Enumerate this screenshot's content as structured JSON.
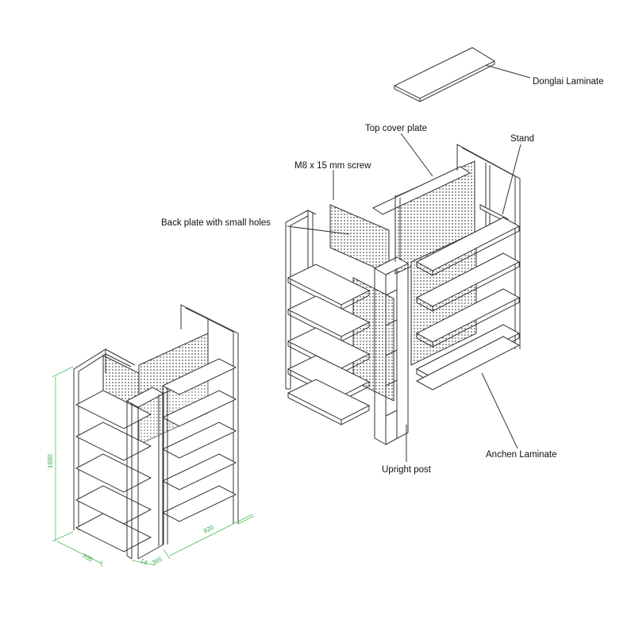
{
  "labels": {
    "donglai_laminate": "Donglai Laminate",
    "top_cover_plate": "Top cover plate",
    "stand": "Stand",
    "screw": "M8 x 15 mm screw",
    "back_plate": "Back plate with small holes",
    "upright_post": "Upright post",
    "anchen_laminate": "Anchen Laminate"
  },
  "dimensions": {
    "height": "1680",
    "depth": "705",
    "small_depth": "14",
    "small_width": "365",
    "width": "920"
  },
  "colors": {
    "line": "#333333",
    "mesh": "#555555",
    "dimension": "#4cbf5a"
  }
}
